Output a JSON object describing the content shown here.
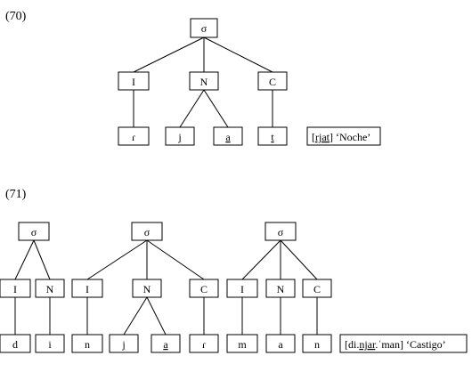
{
  "examples": [
    {
      "number": "(70)",
      "syllables": [
        {
          "root": "σ",
          "constituents": [
            {
              "label": "I",
              "segments": [
                "ɾ"
              ]
            },
            {
              "label": "N",
              "segments": [
                "j",
                "a"
              ]
            },
            {
              "label": "C",
              "segments": [
                "t"
              ]
            }
          ]
        }
      ],
      "underlined_segments": [
        "j",
        "a",
        "t"
      ],
      "gloss": {
        "open": "[",
        "underlined": "rjat",
        "close": "] ‘Noche’"
      }
    },
    {
      "number": "(71)",
      "syllables": [
        {
          "root": "σ",
          "constituents": [
            {
              "label": "I",
              "segments": [
                "d"
              ]
            },
            {
              "label": "N",
              "segments": [
                "i"
              ]
            }
          ]
        },
        {
          "root": "σ",
          "constituents": [
            {
              "label": "I",
              "segments": [
                "n"
              ]
            },
            {
              "label": "N",
              "segments": [
                "j",
                "a"
              ]
            },
            {
              "label": "C",
              "segments": [
                "ɾ"
              ]
            }
          ]
        },
        {
          "root": "σ",
          "constituents": [
            {
              "label": "I",
              "segments": [
                "m"
              ]
            },
            {
              "label": "N",
              "segments": [
                "a"
              ]
            },
            {
              "label": "C",
              "segments": [
                "n"
              ]
            }
          ]
        }
      ],
      "underlined_segments": [
        "j",
        "a"
      ],
      "gloss": {
        "open": "[di.",
        "underlined": "njar",
        "close": ".ˈman] ‘Castigo’"
      }
    }
  ]
}
